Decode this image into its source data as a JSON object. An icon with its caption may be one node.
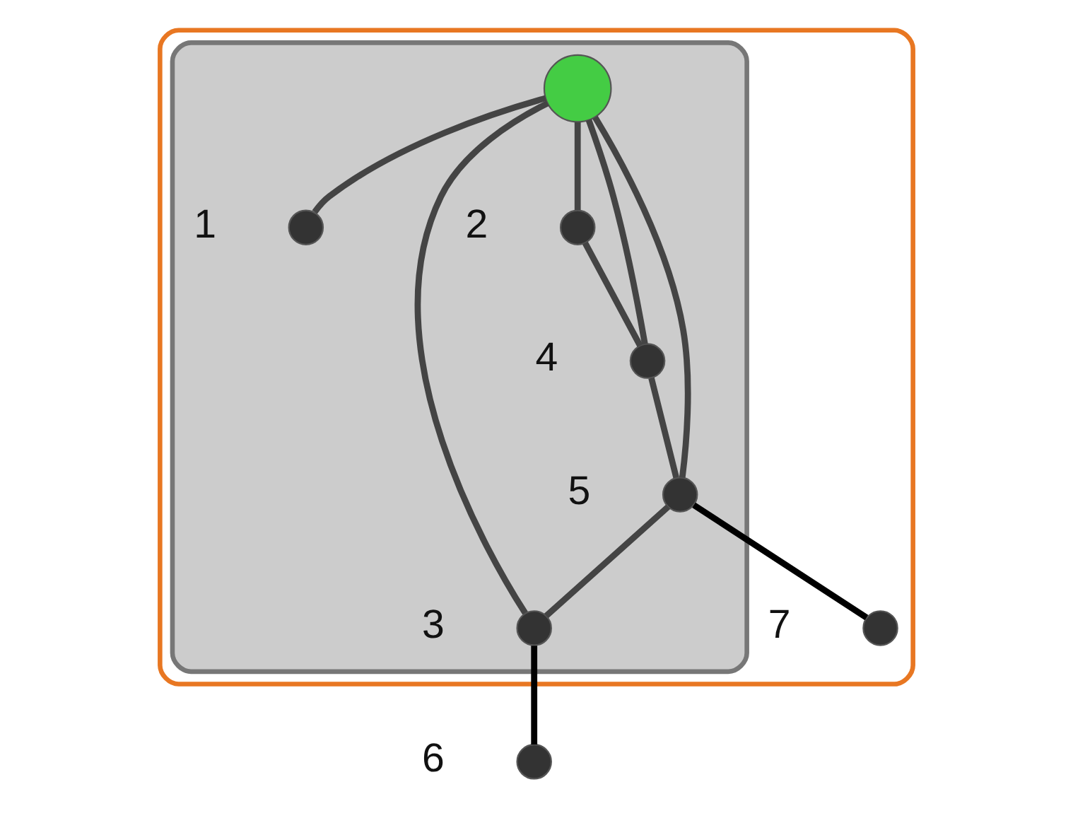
{
  "diagram": {
    "nodes": [
      {
        "text": [],
        "shape": "ellipse"
      },
      {
        "text": [],
        "shape": "ellipse",
        "in": 0
      },
      {
        "text": [],
        "shape": "circle",
        "in": 1
      },
      {
        "text": [],
        "shape": "circle",
        "in": 1,
        "beside": [
          "1"
        ]
      },
      {
        "text": [],
        "shape": "circle",
        "in": 1,
        "beside": [
          "2"
        ]
      },
      {
        "text": [],
        "shape": "circle",
        "in": 1,
        "beside": [
          "3"
        ]
      },
      {
        "text": [],
        "shape": "circle",
        "in": 1,
        "beside": [
          "4"
        ]
      },
      {
        "text": [],
        "shape": "circle",
        "in": 1,
        "beside": [
          "5"
        ]
      },
      {
        "text": [],
        "shape": "circle",
        "beside": [
          "6"
        ]
      },
      {
        "text": [],
        "shape": "circle",
        "in": 0,
        "beside": [
          "7"
        ]
      }
    ],
    "edges": [
      {
        "from": 2,
        "to": 3,
        "arrow": "none"
      },
      {
        "from": 2,
        "to": 4,
        "arrow": "none"
      },
      {
        "from": 2,
        "to": 6,
        "arrow": "none"
      },
      {
        "from": 2,
        "to": 7,
        "arrow": "none"
      },
      {
        "from": 2,
        "to": 5,
        "arrow": "none"
      },
      {
        "from": 4,
        "to": 6,
        "arrow": "none"
      },
      {
        "from": 6,
        "to": 7,
        "arrow": "none"
      },
      {
        "from": 7,
        "to": 5,
        "arrow": "none"
      },
      {
        "from": 7,
        "to": 9,
        "arrow": "none",
        "color": "#000000"
      },
      {
        "from": 5,
        "to": 8,
        "arrow": "none",
        "color": "#000000"
      }
    ]
  }
}
